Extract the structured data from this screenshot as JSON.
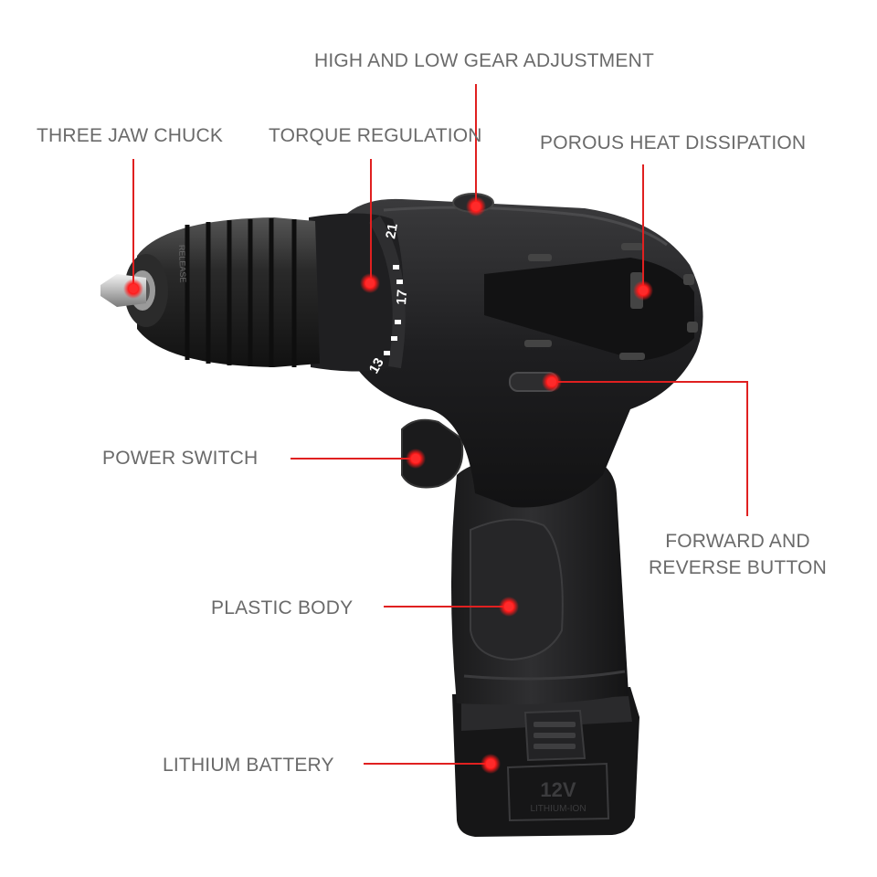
{
  "labels": {
    "high_low_gear": "HIGH AND LOW GEAR ADJUSTMENT",
    "three_jaw_chuck": "THREE JAW CHUCK",
    "torque_regulation": "TORQUE REGULATION",
    "porous_heat": "POROUS HEAT DISSIPATION",
    "power_switch": "POWER SWITCH",
    "forward_reverse_1": "FORWARD AND",
    "forward_reverse_2": "REVERSE BUTTON",
    "plastic_body": "PLASTIC BODY",
    "lithium_battery": "LITHIUM BATTERY"
  },
  "dial_numbers": [
    "21",
    "17",
    "13"
  ],
  "battery_marks": {
    "voltage": "12V",
    "type": "LITHIUM-ION"
  },
  "chuck_mark": "RELEASE",
  "colors": {
    "callout": "#e02020",
    "label_text": "#6a6a6a",
    "body": "#1c1c1c"
  }
}
